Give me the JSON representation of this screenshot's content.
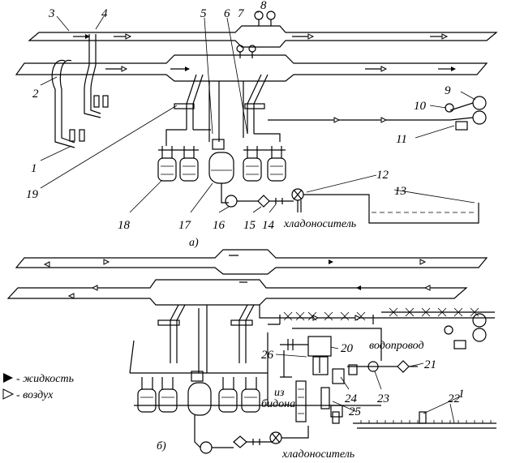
{
  "diagram": {
    "labels": {
      "n1": "1",
      "n2": "2",
      "n3": "3",
      "n4": "4",
      "n5": "5",
      "n6": "6",
      "n7": "7",
      "n8": "8",
      "n9": "9",
      "n10": "10",
      "n11": "11",
      "n12": "12",
      "n13": "13",
      "n14": "14",
      "n15": "15",
      "n16": "16",
      "n17": "17",
      "n18": "18",
      "n19": "19",
      "n20": "20",
      "n21": "21",
      "n22": "22",
      "n23": "23",
      "n24": "24",
      "n25": "25",
      "n26": "26",
      "n1b": "1"
    },
    "captions": {
      "part_a": "а)",
      "part_b": "б)",
      "coolant_a": "хладоноситель",
      "coolant_b": "хладоноситель",
      "water": "водопровод",
      "from_can_1": "из",
      "from_can_2": "бидона"
    },
    "legend": {
      "liquid": "- жидкость",
      "air": "- воздух"
    }
  }
}
